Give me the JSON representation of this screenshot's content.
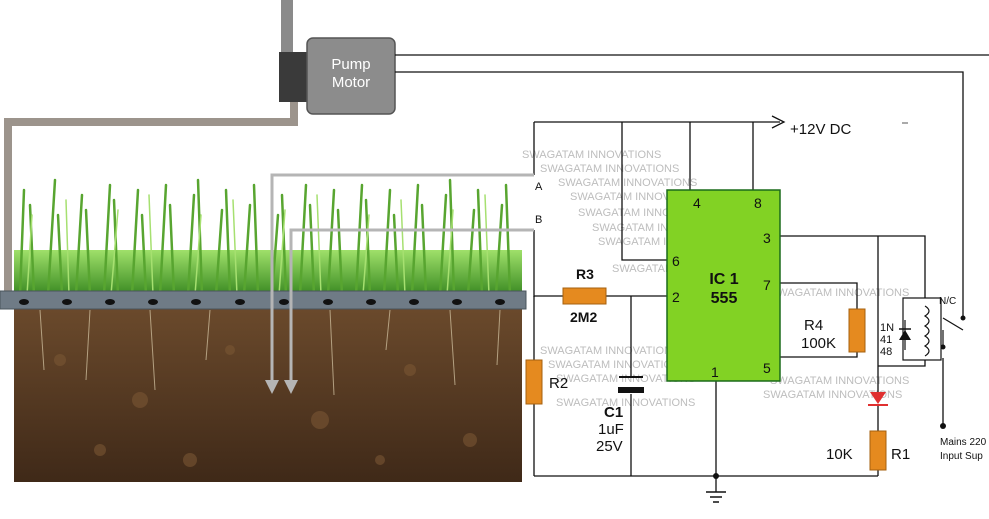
{
  "pump": {
    "line1": "Pump",
    "line2": "Motor"
  },
  "supply": {
    "label": "+12V DC"
  },
  "probes": {
    "a": "A",
    "b": "B"
  },
  "ic": {
    "name": "IC 1",
    "part": "555",
    "pins": {
      "p1": "1",
      "p2": "2",
      "p3": "3",
      "p4": "4",
      "p5": "5",
      "p6": "6",
      "p7": "7",
      "p8": "8"
    }
  },
  "r3": {
    "name": "R3",
    "value": "2M2"
  },
  "r2": {
    "name": "R2"
  },
  "c1": {
    "name": "C1",
    "value": "1uF",
    "voltage": "25V"
  },
  "r4": {
    "name": "R4",
    "value": "100K"
  },
  "r1": {
    "name": "R1",
    "value": "10K"
  },
  "diode": {
    "line1": "1N",
    "line2": "41",
    "line3": "48"
  },
  "relay": {
    "contact": "N/C"
  },
  "mains": {
    "line1": "Mains 220",
    "line2": "Input Sup"
  },
  "watermark": "SWAGATAM INNOVATIONS",
  "colors": {
    "ic_fill": "#82d224",
    "resistor": "#e58a1f",
    "soil": "#5a3c24",
    "pipe": "#6f7b86",
    "grass": "#5aa832",
    "wire": "#111111"
  }
}
